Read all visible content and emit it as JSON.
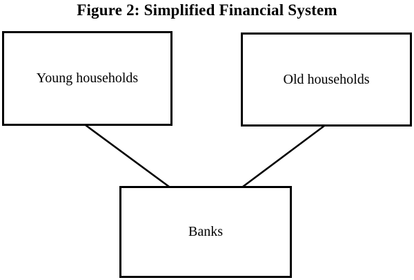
{
  "figure": {
    "title": "Figure 2: Simplified Financial System",
    "nodes": [
      {
        "id": "young-households",
        "label": "Young households"
      },
      {
        "id": "old-households",
        "label": "Old households"
      },
      {
        "id": "banks",
        "label": "Banks"
      }
    ],
    "edges": [
      {
        "from": "young-households",
        "to": "banks"
      },
      {
        "from": "old-households",
        "to": "banks"
      }
    ],
    "colors": {
      "border": "#000000",
      "line": "#000000",
      "text": "#000000",
      "background": "#ffffff"
    }
  }
}
